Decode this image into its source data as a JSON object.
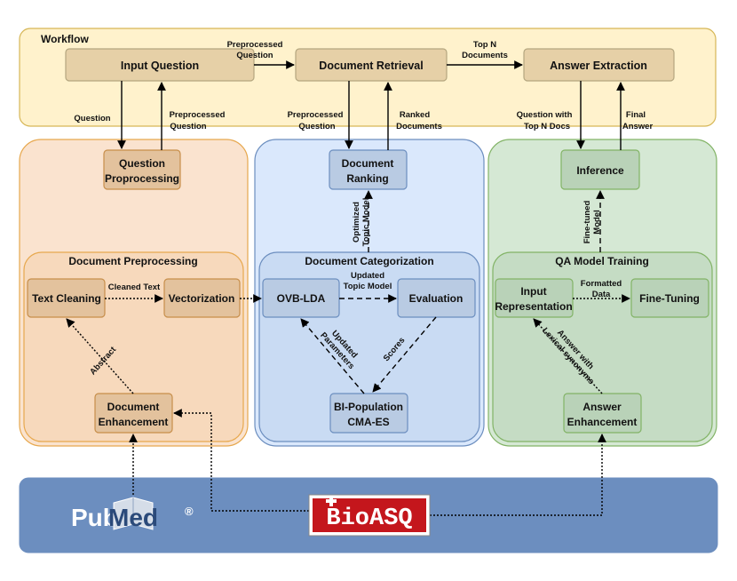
{
  "workflow": {
    "title": "Workflow"
  },
  "nodes": {
    "input_question": "Input Question",
    "document_retrieval": "Document Retrieval",
    "answer_extraction": "Answer Extraction",
    "question_proprocessing": [
      "Question",
      "Proprocessing"
    ],
    "document_ranking": [
      "Document",
      "Ranking"
    ],
    "inference": "Inference",
    "text_cleaning": "Text Cleaning",
    "vectorization": "Vectorization",
    "document_enhancement": [
      "Document",
      "Enhancement"
    ],
    "ovb_lda": "OVB-LDA",
    "evaluation": "Evaluation",
    "bi_population": [
      "BI-Population",
      "CMA-ES"
    ],
    "input_representation": [
      "Input",
      "Representation"
    ],
    "fine_tuning": "Fine-Tuning",
    "answer_enhancement": [
      "Answer",
      "Enhancement"
    ]
  },
  "groups": {
    "document_preprocessing": "Document Preprocessing",
    "document_categorization": "Document Categorization",
    "qa_model_training": "QA Model Training"
  },
  "edges": {
    "preprocessed_question_top": [
      "Preprocessed",
      "Question"
    ],
    "top_n_documents": [
      "Top N",
      "Documents"
    ],
    "question": "Question",
    "preprocessed_question_left": [
      "Preprocessed",
      "Question"
    ],
    "preprocessed_question_mid": [
      "Preprocessed",
      "Question"
    ],
    "ranked_documents": [
      "Ranked",
      "Documents"
    ],
    "question_with_top_n_docs": [
      "Question with",
      "Top N Docs"
    ],
    "final_answer": [
      "Final",
      "Answer"
    ],
    "cleaned_text": "Cleaned Text",
    "abstract": "Abstract",
    "updated_topic_model": [
      "Updated",
      "Topic Model"
    ],
    "optimized_topic_model": [
      "Optimized",
      "Topic Model"
    ],
    "updated_parameters": [
      "Updated",
      "Parameters"
    ],
    "scores": "Scores",
    "formatted_data": [
      "Formatted",
      "Data"
    ],
    "fine_tuned_model": [
      "Fine-tuned",
      "Model"
    ],
    "answer_with_lexical_synonyms": [
      "Answer with",
      "Lexical synonyms"
    ]
  },
  "sources": {
    "pubmed": {
      "pub": "Pub",
      "med": "Med",
      "reg": "®"
    },
    "bioasq": {
      "text": "BioASQ"
    }
  },
  "colors": {
    "workflow_fill": "#fff2cc",
    "workflow_stroke": "#d6b656",
    "orange_fill": "#fae3cf",
    "orange_stroke": "#e7a84e",
    "blue_fill": "#dae8fc",
    "blue_stroke": "#6c8ebf",
    "green_fill": "#d5e8d4",
    "green_stroke": "#82b366",
    "bottom_bar": "#6c8ebf"
  }
}
